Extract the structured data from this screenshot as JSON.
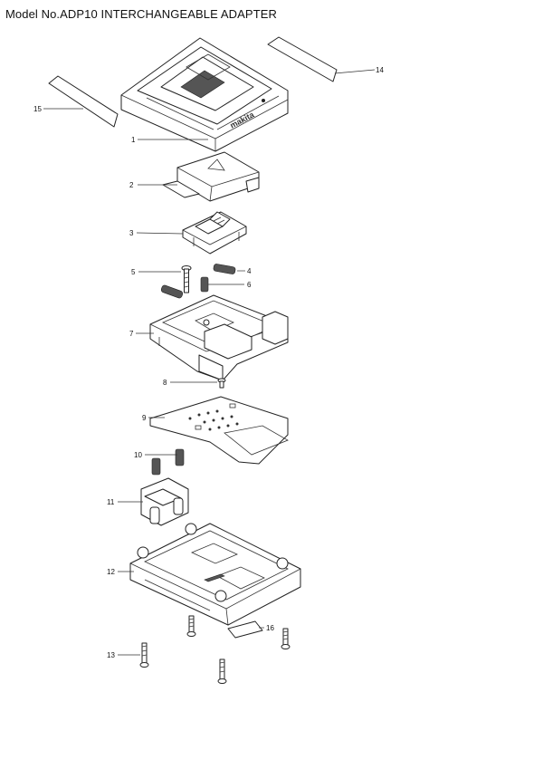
{
  "title": "Model No.ADP10 INTERCHANGEABLE ADAPTER",
  "parts": [
    {
      "number": "1"
    },
    {
      "number": "2"
    },
    {
      "number": "3"
    },
    {
      "number": "4"
    },
    {
      "number": "5"
    },
    {
      "number": "6"
    },
    {
      "number": "7"
    },
    {
      "number": "8"
    },
    {
      "number": "9"
    },
    {
      "number": "10"
    },
    {
      "number": "11"
    },
    {
      "number": "12"
    },
    {
      "number": "13"
    },
    {
      "number": "14"
    },
    {
      "number": "15"
    },
    {
      "number": "16"
    }
  ],
  "brand_logo_text": "makita"
}
